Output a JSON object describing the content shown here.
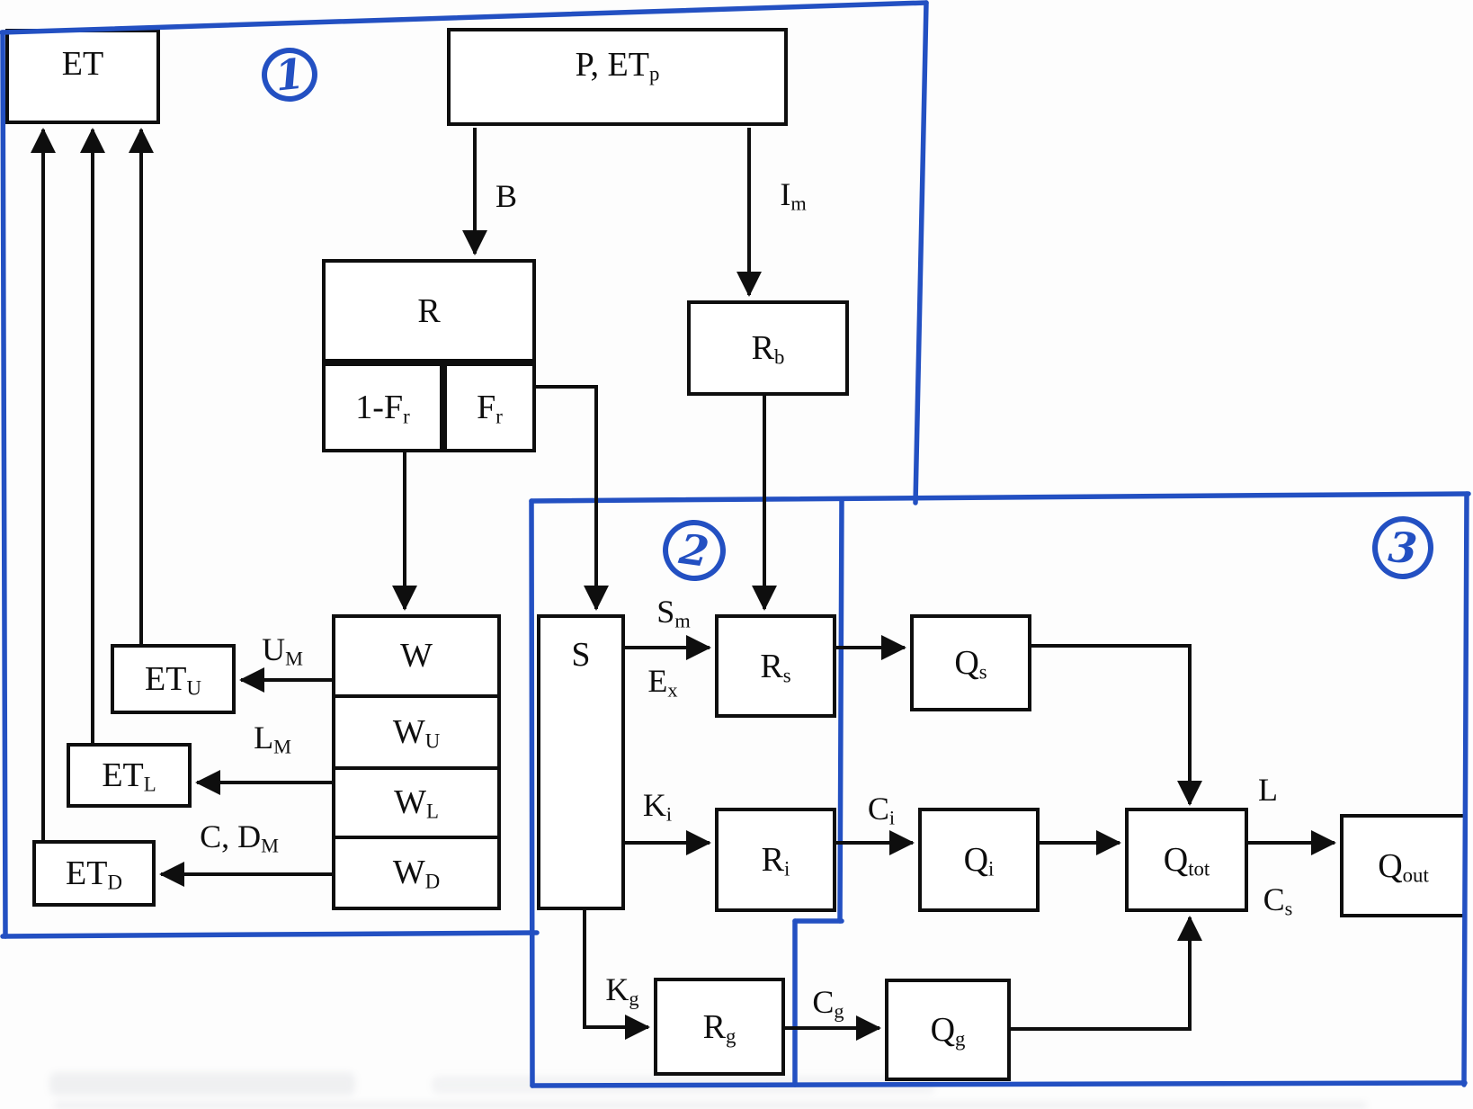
{
  "colors": {
    "ink": "#0e0e0e",
    "region_blue": "#2350c2",
    "paper": "#fdfdfd"
  },
  "region_markers": {
    "r1": {
      "number": "1"
    },
    "r2": {
      "number": "2"
    },
    "r3": {
      "number": "3"
    }
  },
  "boxes": {
    "et": {
      "base": "ET",
      "sub": ""
    },
    "p_etp": {
      "base": "P, ET",
      "sub": "p"
    },
    "r": {
      "base": "R",
      "sub": ""
    },
    "one_minus_fr": {
      "base": "1-F",
      "sub": "r"
    },
    "fr": {
      "base": "F",
      "sub": "r"
    },
    "rb": {
      "base": "R",
      "sub": "b"
    },
    "w": {
      "base": "W",
      "sub": ""
    },
    "wu": {
      "base": "W",
      "sub": "U"
    },
    "wl": {
      "base": "W",
      "sub": "L"
    },
    "wd": {
      "base": "W",
      "sub": "D"
    },
    "s": {
      "base": "S",
      "sub": ""
    },
    "etu": {
      "base": "ET",
      "sub": "U"
    },
    "etl": {
      "base": "ET",
      "sub": "L"
    },
    "etd": {
      "base": "ET",
      "sub": "D"
    },
    "rs": {
      "base": "R",
      "sub": "s"
    },
    "ri": {
      "base": "R",
      "sub": "i"
    },
    "rg": {
      "base": "R",
      "sub": "g"
    },
    "qs": {
      "base": "Q",
      "sub": "s"
    },
    "qi": {
      "base": "Q",
      "sub": "i"
    },
    "qg": {
      "base": "Q",
      "sub": "g"
    },
    "qtot": {
      "base": "Q",
      "sub": "tot"
    },
    "qout": {
      "base": "Q",
      "sub": "out"
    }
  },
  "flow_labels": {
    "b": {
      "base": "B",
      "sub": ""
    },
    "im": {
      "base": "I",
      "sub": "m"
    },
    "um": {
      "base": "U",
      "sub": "M"
    },
    "lm": {
      "base": "L",
      "sub": "M"
    },
    "c_dm": {
      "base": "C, D",
      "sub": "M"
    },
    "sm": {
      "base": "S",
      "sub": "m"
    },
    "ex": {
      "base": "E",
      "sub": "x"
    },
    "ki": {
      "base": "K",
      "sub": "i"
    },
    "ci": {
      "base": "C",
      "sub": "i"
    },
    "kg": {
      "base": "K",
      "sub": "g"
    },
    "cg": {
      "base": "C",
      "sub": "g"
    },
    "l": {
      "base": "L",
      "sub": ""
    },
    "cs": {
      "base": "C",
      "sub": "s"
    }
  }
}
